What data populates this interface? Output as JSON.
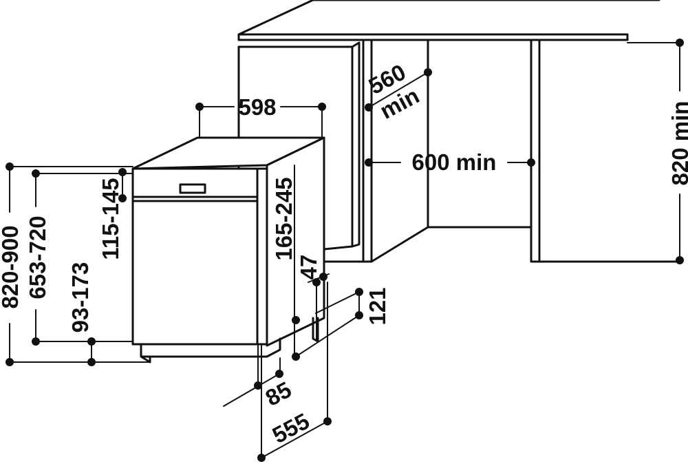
{
  "dimensions": {
    "width": "598",
    "niche_depth": "560",
    "niche_depth_suffix": "min",
    "niche_width": "600 min",
    "niche_height": "820 min",
    "height_range": "820-900",
    "body_height_range": "653-720",
    "foot_height_range": "93-173",
    "panel_height_range": "115-145",
    "side_range": "165-245",
    "offset_47": "47",
    "offset_121": "121",
    "offset_85": "85",
    "depth": "555"
  }
}
